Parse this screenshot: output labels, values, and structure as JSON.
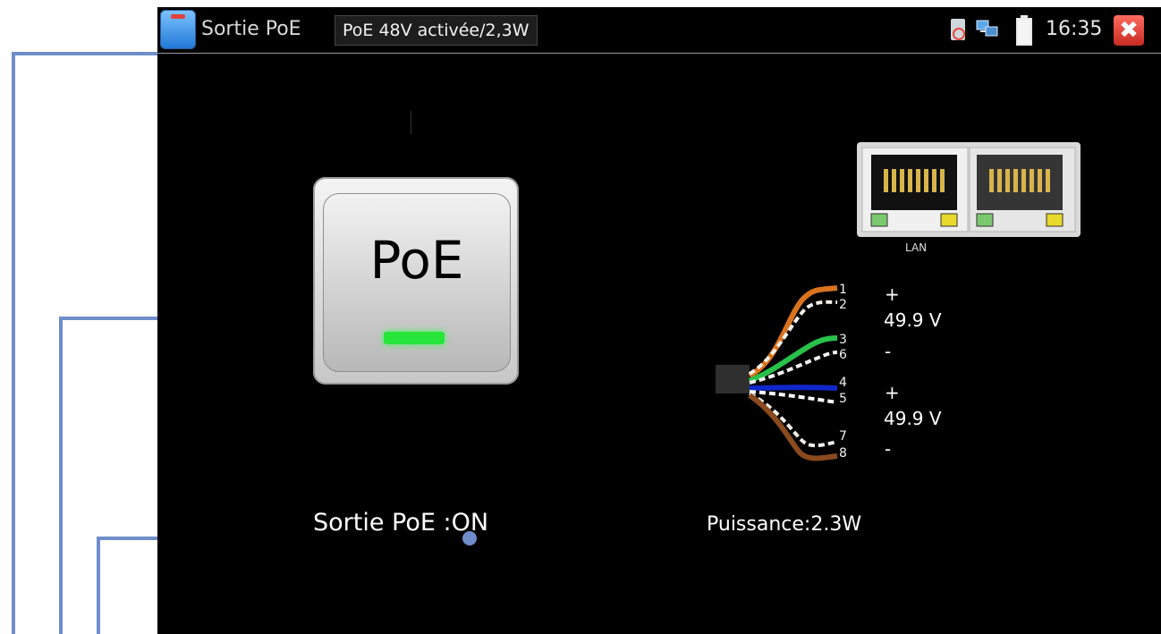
{
  "statusbar": {
    "app_title": "Sortie PoE",
    "chip_text": "PoE 48V activée/2,3W",
    "time": "16:35",
    "close_symbol": "✖"
  },
  "main": {
    "poe_button_label": "PoE",
    "lan_label": "LAN",
    "pins": [
      "1",
      "2",
      "3",
      "6",
      "4",
      "5",
      "7",
      "8"
    ],
    "pair_a": {
      "plus": "+",
      "voltage": "49.9 V",
      "minus": "-"
    },
    "pair_b": {
      "plus": "+",
      "voltage": "49.9 V",
      "minus": "-"
    },
    "status_text": "Sortie PoE :ON",
    "power_text": "Puissance:2.3W"
  },
  "colors": {
    "callout": "#6f8dca",
    "led_on": "#27e53b",
    "wire_orange": "#d9731e",
    "wire_green": "#28c14a",
    "wire_blue": "#1027c9",
    "wire_brown": "#8a4a1d"
  },
  "icons": [
    "app-icon",
    "sd-card-icon",
    "network-icon",
    "battery-icon",
    "close-icon"
  ]
}
